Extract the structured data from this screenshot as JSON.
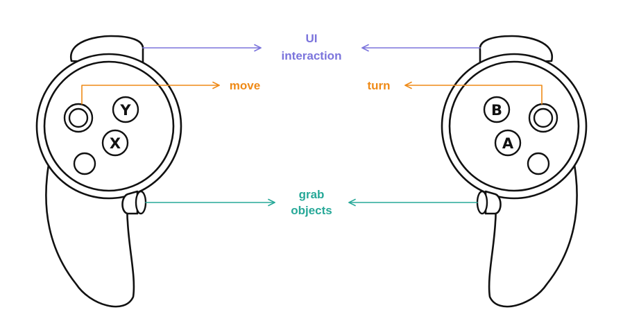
{
  "colors": {
    "ui_interaction": "#7b74dc",
    "locomotion": "#ef8a17",
    "grab": "#27a898",
    "outline": "#111111"
  },
  "left_controller": {
    "buttons": {
      "upper": "Y",
      "lower": "X"
    }
  },
  "right_controller": {
    "buttons": {
      "upper": "B",
      "lower": "A"
    }
  },
  "labels": {
    "ui_interaction": {
      "line1": "UI",
      "line2": "interaction"
    },
    "move": "move",
    "turn": "turn",
    "grab_objects": {
      "line1": "grab",
      "line2": "objects"
    }
  }
}
